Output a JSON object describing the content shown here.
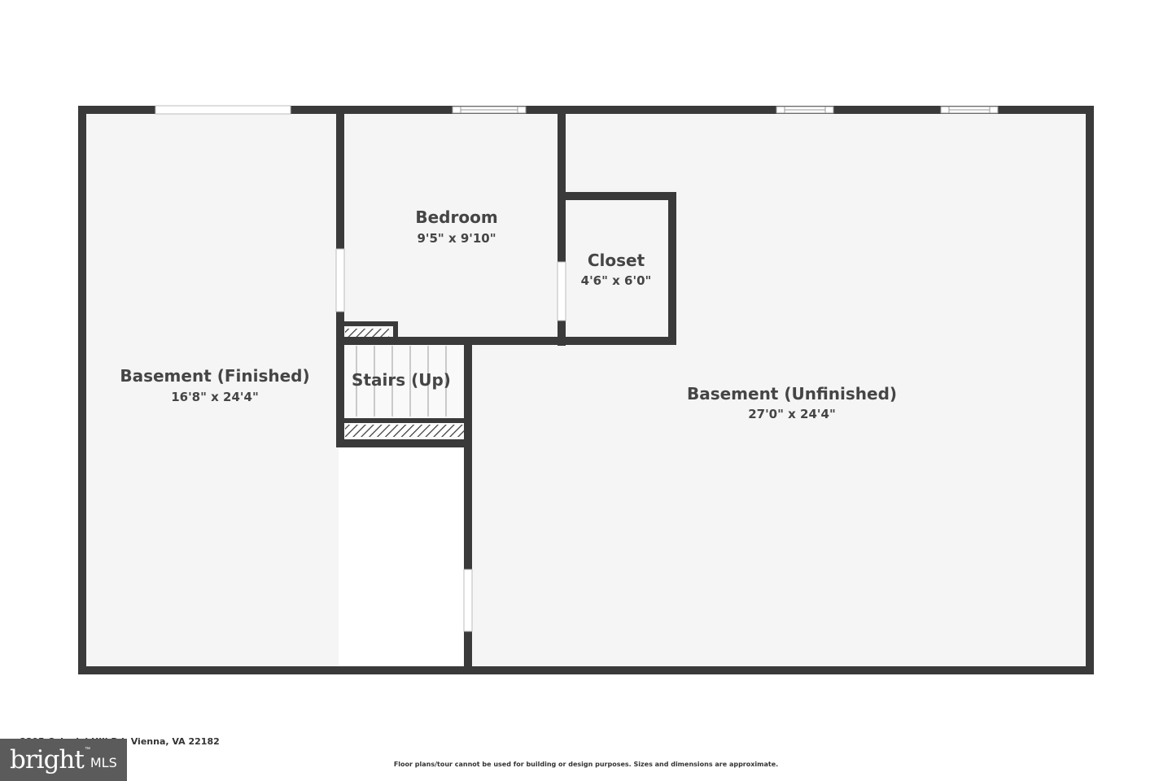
{
  "rooms": {
    "basement_finished": {
      "name": "Basement (Finished)",
      "dims": "16'8\" x 24'4\""
    },
    "bedroom": {
      "name": "Bedroom",
      "dims": "9'5\" x 9'10\""
    },
    "closet": {
      "name": "Closet",
      "dims": "4'6\" x 6'0\""
    },
    "stairs": {
      "name": "Stairs (Up)"
    },
    "basement_unfinished": {
      "name": "Basement (Unfinished)",
      "dims": "27'0\" x 24'4\""
    }
  },
  "footer": {
    "address": "8805 Colonial Hill Rd, Vienna, VA 22182",
    "disclaimer": "Floor plans/tour cannot be used for building or design purposes. Sizes and dimensions are approximate."
  },
  "logo": {
    "main": "bright",
    "sub": "MLS",
    "tm": "™"
  },
  "colors": {
    "wall": "#3a3a3a",
    "floor": "#f5f5f5",
    "window_frame": "#bdbdbd",
    "text": "#454545"
  }
}
